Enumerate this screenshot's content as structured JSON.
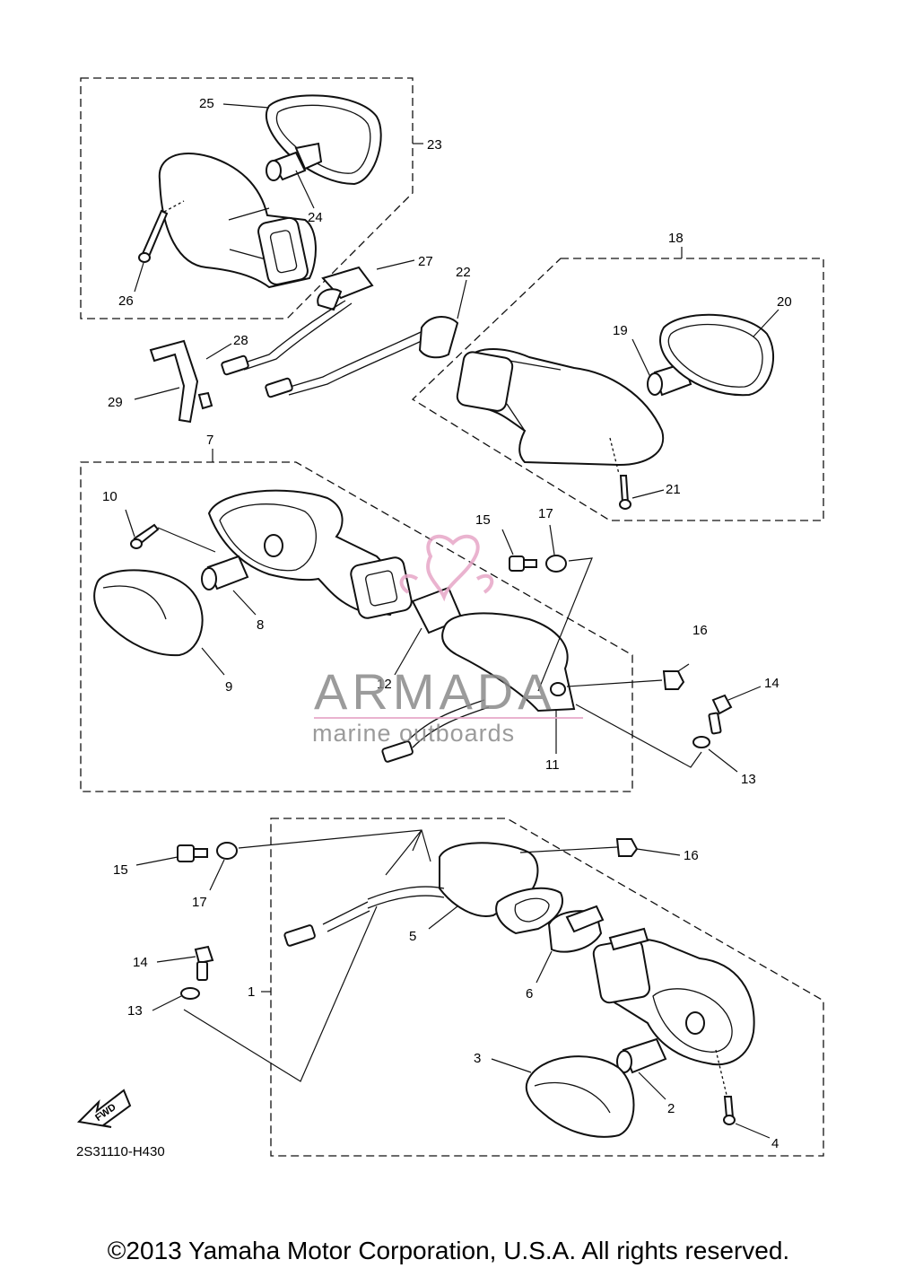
{
  "callouts": {
    "c1": "1",
    "c2": "2",
    "c3": "3",
    "c4": "4",
    "c5": "5",
    "c6": "6",
    "c7": "7",
    "c8": "8",
    "c9": "9",
    "c10": "10",
    "c11": "11",
    "c12": "12",
    "c13a": "13",
    "c13b": "13",
    "c14a": "14",
    "c14b": "14",
    "c15a": "15",
    "c15b": "15",
    "c16a": "16",
    "c16b": "16",
    "c17a": "17",
    "c17b": "17",
    "c18": "18",
    "c19": "19",
    "c20": "20",
    "c21": "21",
    "c22": "22",
    "c23": "23",
    "c24": "24",
    "c25": "25",
    "c26": "26",
    "c27": "27",
    "c28": "28",
    "c29": "29"
  },
  "fwd_label": "FWD",
  "diagram_code": "2S31110-H430",
  "watermark": {
    "brand": "ARMADA",
    "tagline": "marine outboards"
  },
  "copyright": "©2013 Yamaha Motor Corporation, U.S.A. All rights reserved."
}
